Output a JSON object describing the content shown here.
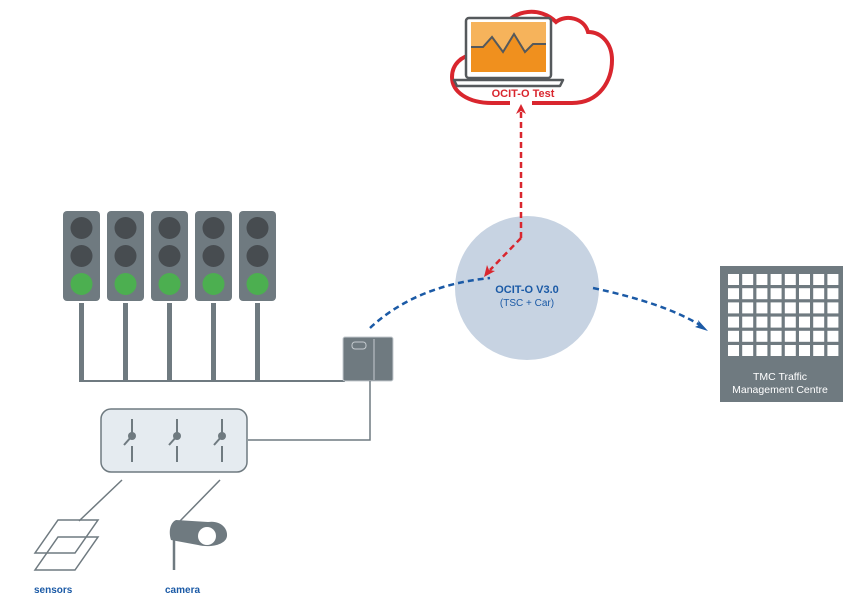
{
  "diagram": {
    "cloud": {
      "label": "OCIT-O Test",
      "icon": "laptop-monitor-icon",
      "color": "#d9262e"
    },
    "hub": {
      "title": "OCIT-O V3.0",
      "subtitle": "(TSC + Car)",
      "fill": "#c7d3e2",
      "text_color": "#1b5aa6"
    },
    "tmc": {
      "line1": "TMC Traffic",
      "line2": "Management Centre",
      "fill": "#6f7a80"
    },
    "traffic_lights": {
      "count": 5,
      "active_lamp": "green",
      "green_color": "#4caf50",
      "off_color": "#474c50"
    },
    "detector_unit": {
      "switch_count": 3
    },
    "devices": [
      {
        "label": "sensors",
        "icon": "induction-loop-sensor-icon"
      },
      {
        "label": "camera",
        "icon": "camera-icon"
      }
    ],
    "connections": [
      {
        "from": "hub",
        "to": "cloud",
        "style": "dashed",
        "color": "#d9262e",
        "bidirectional": true
      },
      {
        "from": "controller-cabinet",
        "to": "hub",
        "style": "dashed",
        "color": "#1b5aa6"
      },
      {
        "from": "hub",
        "to": "tmc",
        "style": "dashed",
        "color": "#1b5aa6"
      }
    ]
  }
}
